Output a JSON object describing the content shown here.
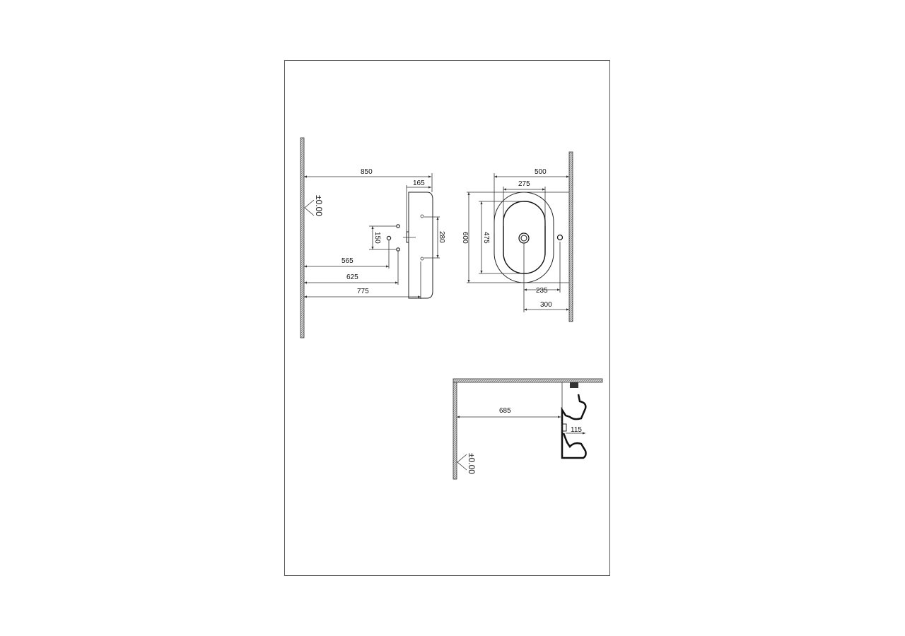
{
  "drawing": {
    "top_left_view": {
      "dims": {
        "d850": "850",
        "d165": "165",
        "d280": "280",
        "d150": "150",
        "d565": "565",
        "d625": "625",
        "d775": "775"
      },
      "level": "±0.00"
    },
    "top_right_view": {
      "dims": {
        "d500": "500",
        "d275": "275",
        "d600": "600",
        "d475": "475",
        "d235": "235",
        "d300": "300"
      }
    },
    "bottom_view": {
      "dims": {
        "d685": "685",
        "d115": "115"
      },
      "level": "±0.00"
    }
  },
  "colors": {
    "line": "#222222",
    "wall_hatch": "#888888",
    "border": "#555555"
  }
}
